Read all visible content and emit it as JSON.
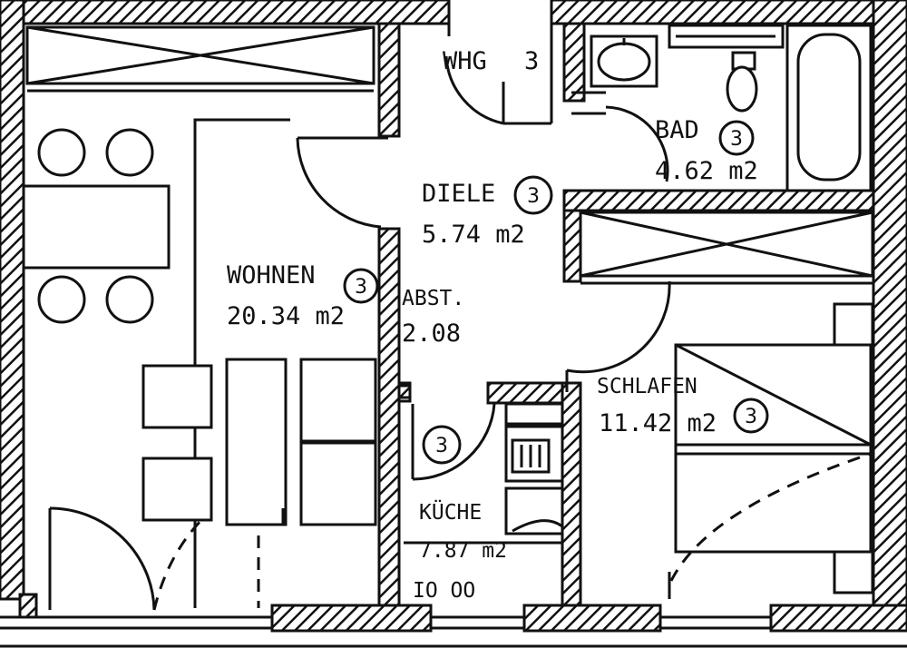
{
  "rooms": {
    "wohnen": {
      "name": "WOHNEN",
      "area": "20.34 m2",
      "marker": "3"
    },
    "diele": {
      "name": "DIELE",
      "area": "5.74 m2",
      "marker": "3"
    },
    "bad": {
      "name": "BAD",
      "area": "4.62 m2",
      "marker": "3"
    },
    "schlafen": {
      "name": "SCHLAFEN",
      "area": "11.42 m2",
      "marker": "3"
    },
    "kueche": {
      "name": "KÜCHE",
      "area": "7.87 m2",
      "marker": "3"
    },
    "whg": {
      "name": "WHG",
      "marker": "3"
    },
    "abst": {
      "name": "ABST.",
      "area": "2.08"
    }
  },
  "stove_text": "IO OO"
}
